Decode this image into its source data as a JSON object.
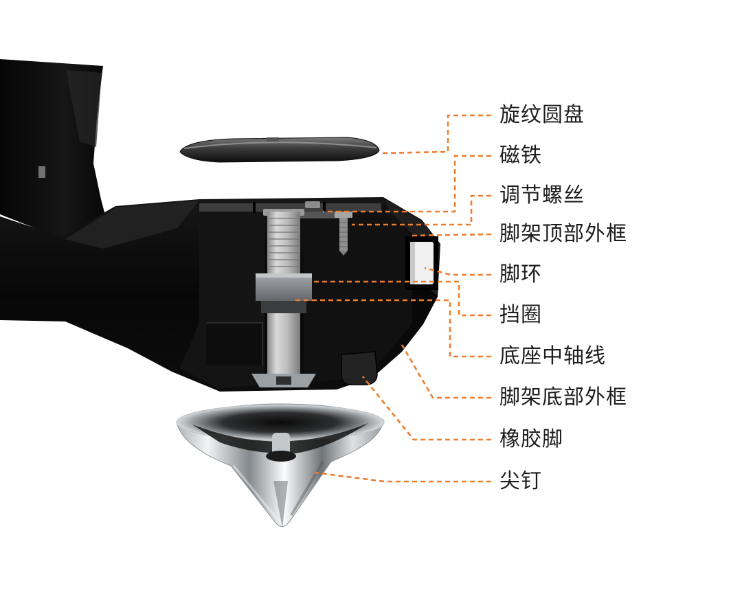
{
  "diagram": {
    "accent_color": "#ED7D31",
    "background": "#ffffff",
    "labels": [
      {
        "id": "spiral-disc",
        "text": "旋纹圆盘"
      },
      {
        "id": "magnet",
        "text": "磁铁"
      },
      {
        "id": "adjustment-screw",
        "text": "调节螺丝"
      },
      {
        "id": "stand-top-frame",
        "text": "脚架顶部外框"
      },
      {
        "id": "foot-ring",
        "text": "脚环"
      },
      {
        "id": "retaining-ring",
        "text": "挡圈"
      },
      {
        "id": "base-center-axis",
        "text": "底座中轴线"
      },
      {
        "id": "stand-bottom-frame",
        "text": "脚架底部外框"
      },
      {
        "id": "rubber-foot",
        "text": "橡胶脚"
      },
      {
        "id": "spike",
        "text": "尖钉"
      }
    ]
  }
}
